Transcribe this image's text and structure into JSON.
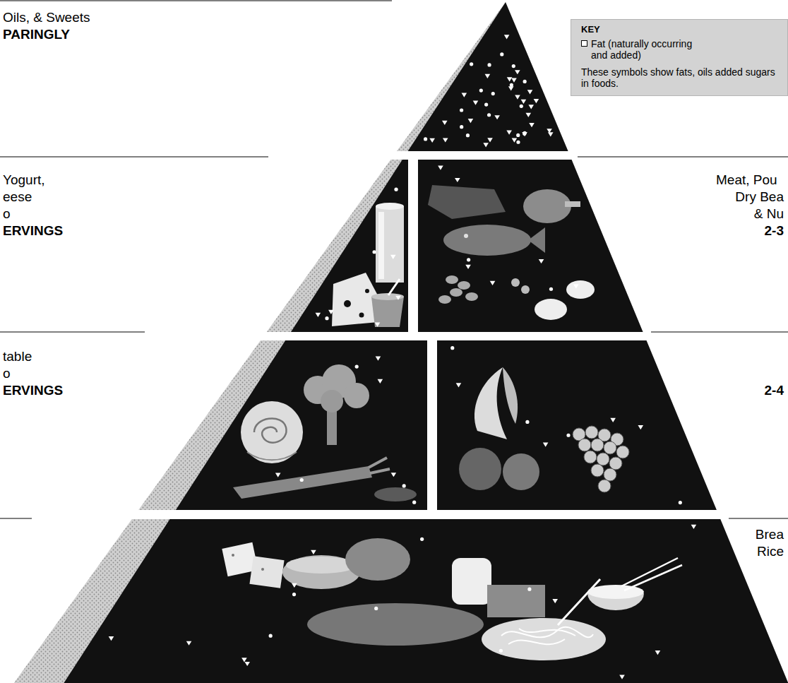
{
  "diagram": {
    "nodes": [
      {
        "text": [
          "KEY",
          "These symbols show fats, oils added sugars in foods."
        ]
      }
    ],
    "labels": [
      "Oils, & Sweets",
      "PARINGLY",
      "Yogurt,",
      "eese",
      "o",
      "ERVINGS",
      "Meat, Pou",
      "Dry Bea",
      "& Nu",
      "2-3",
      "table",
      "o",
      "ERVINGS",
      "2-4",
      "Brea",
      "Rice"
    ],
    "legend": [
      {
        "text": "Fat (naturally occurring and added)"
      }
    ]
  }
}
